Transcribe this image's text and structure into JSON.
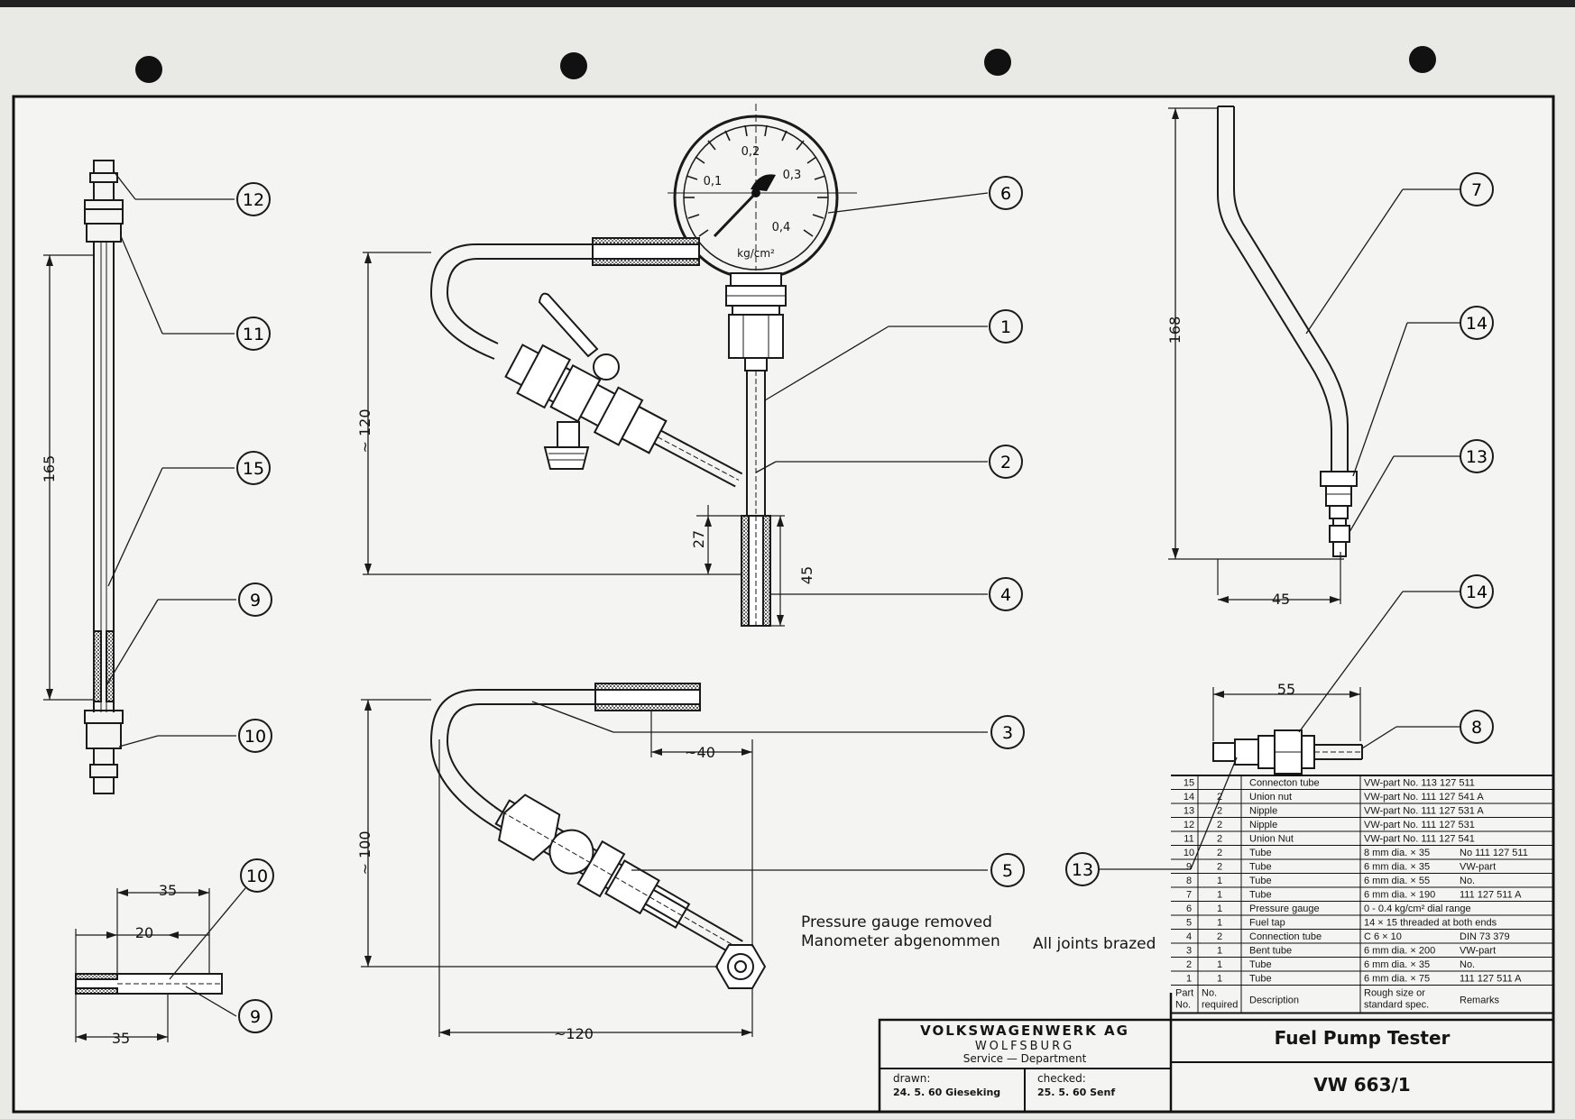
{
  "callouts": {
    "c12": "12",
    "c11": "11",
    "c15": "15",
    "c9a": "9",
    "c10a": "10",
    "c10b": "10",
    "c9b": "9",
    "c6": "6",
    "c1": "1",
    "c2": "2",
    "c4": "4",
    "c3": "3",
    "c5": "5",
    "c7": "7",
    "c14a": "14",
    "c13a": "13",
    "c14b": "14",
    "c8": "8",
    "c13b": "13"
  },
  "dimensions": {
    "d165": "165",
    "d35top": "35",
    "d20": "20",
    "d35bot": "35",
    "d120": "~ 120",
    "d27": "27",
    "d45v": "45",
    "d40": "~40",
    "d100": "~ 100",
    "d120h": "~120",
    "d168": "168",
    "d45h": "45",
    "d55": "55"
  },
  "gauge": {
    "t01": "0,1",
    "t02": "0,2",
    "t03": "0,3",
    "t04": "0,4",
    "unit": "kg/cm²"
  },
  "notes": {
    "removed_en": "Pressure gauge   removed",
    "removed_de": "Manometer  abgenommen",
    "brazed": "All joints brazed"
  },
  "parts_table": {
    "rows": [
      [
        "15",
        "",
        "Connecton tube",
        "VW-part No. 113 127 511",
        ""
      ],
      [
        "14",
        "2",
        "Union nut",
        "VW-part No. 111 127 541 A",
        ""
      ],
      [
        "13",
        "2",
        "Nipple",
        "VW-part No. 111 127 531 A",
        ""
      ],
      [
        "12",
        "2",
        "Nipple",
        "VW-part No. 111 127 531",
        ""
      ],
      [
        "11",
        "2",
        "Union Nut",
        "VW-part No. 111 127 541",
        ""
      ],
      [
        "10",
        "2",
        "Tube",
        "8 mm dia. × 35",
        "No 111 127 511"
      ],
      [
        "9",
        "2",
        "Tube",
        "6 mm dia. × 35",
        "VW-part"
      ],
      [
        "8",
        "1",
        "Tube",
        "6 mm dia. × 55",
        "No."
      ],
      [
        "7",
        "1",
        "Tube",
        "6 mm dia. × 190",
        "111 127 511 A"
      ],
      [
        "6",
        "1",
        "Pressure gauge",
        "0 - 0.4 kg/cm² dial range",
        ""
      ],
      [
        "5",
        "1",
        "Fuel tap",
        "14 × 15 threaded at both ends",
        ""
      ],
      [
        "4",
        "2",
        "Connection tube",
        "C 6 × 10",
        "DIN 73 379"
      ],
      [
        "3",
        "1",
        "Bent tube",
        "6 mm dia. × 200",
        "VW-part"
      ],
      [
        "2",
        "1",
        "Tube",
        "6 mm dia. × 35",
        "No."
      ],
      [
        "1",
        "1",
        "Tube",
        "6 mm dia. × 75",
        "111 127 511 A"
      ]
    ],
    "header": {
      "part_no": "Part",
      "part_no2": "No.",
      "qty": "No.",
      "qty2": "required",
      "desc": "Description",
      "spec": "Rough size or",
      "spec2": "standard spec.",
      "remarks": "Remarks"
    }
  },
  "title_block": {
    "company": "VOLKSWAGENWERK AG",
    "city": "WOLFSBURG",
    "dept": "Service — Department",
    "drawn_label": "drawn:",
    "drawn_value": "24. 5. 60 Gieseking",
    "checked_label": "checked:",
    "checked_value": "25. 5. 60 Senf",
    "title": "Fuel Pump Tester",
    "number": "VW 663/1"
  }
}
